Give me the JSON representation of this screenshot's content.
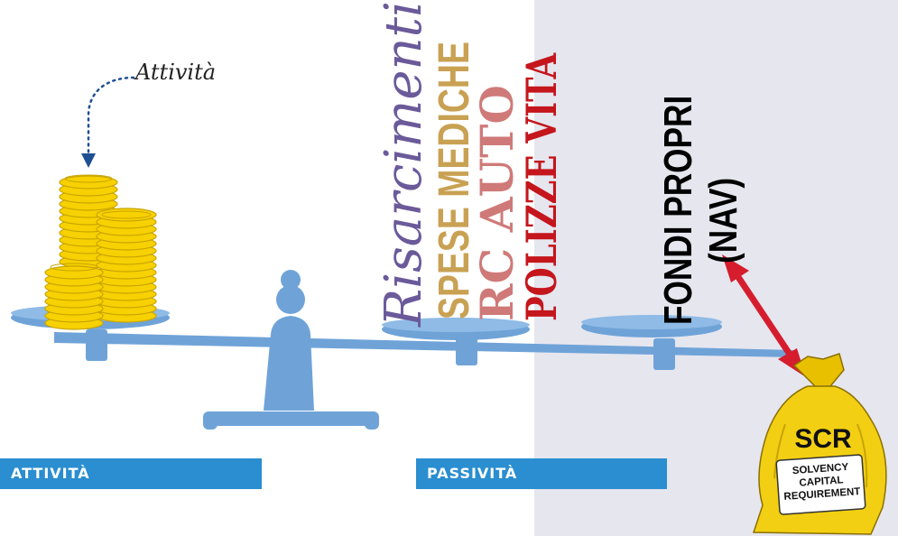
{
  "colors": {
    "background": "#ffffff",
    "liabilities_bg": "#e6e6ef",
    "scale": "#6fa3d8",
    "scale_dark": "#4f86c2",
    "coin": "#f7d100",
    "coin_edge": "#c9a400",
    "band": "#2a8ed0",
    "arrow": "#d51d2e",
    "bag": "#f2cf12",
    "risarcimenti": "#6b5a9a",
    "spese_mediche": "#c9a153",
    "rc_auto": "#cf7a78",
    "polizze_vita": "#c4161c",
    "fondi": "#000000"
  },
  "labels": {
    "attivita_annotation": "Attività",
    "risarcimenti": "Risarcimenti",
    "spese_mediche": "SPESE MEDICHE",
    "rc_auto": "RC AUTO",
    "polizze_vita": "POLIZZE VITA",
    "fondi_line1": "FONDI PROPRI",
    "fondi_line2": "(NAV)",
    "scr": "SCR",
    "scr_line1": "SOLVENCY",
    "scr_line2": "CAPITAL",
    "scr_line3": "REQUIREMENT"
  },
  "bands": {
    "attivita": "ATTIVITÀ",
    "passivita": "PASSIVITÀ"
  },
  "icons": [
    "coin-stack-icon",
    "balance-scale-icon",
    "money-bag-icon",
    "double-arrow-icon",
    "dotted-arrow-icon"
  ]
}
